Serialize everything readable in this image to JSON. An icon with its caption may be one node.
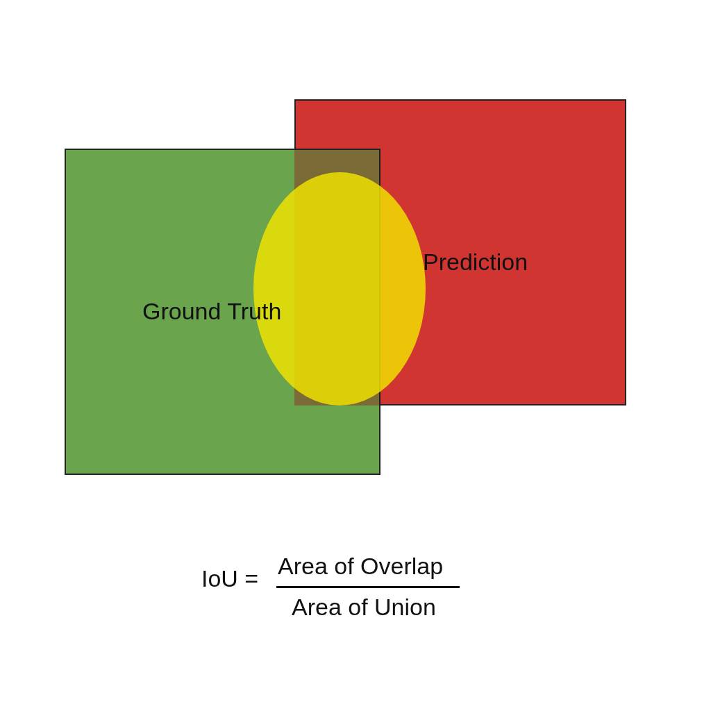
{
  "diagram": {
    "nodes": [
      {
        "text": [
          "Ground Truth"
        ]
      },
      {
        "text": [
          "Prediction"
        ]
      },
      {
        "text": [],
        "shape": "ellipse"
      }
    ],
    "labels": [
      "IoU =",
      "Area of Overlap",
      "Area of Union"
    ]
  }
}
